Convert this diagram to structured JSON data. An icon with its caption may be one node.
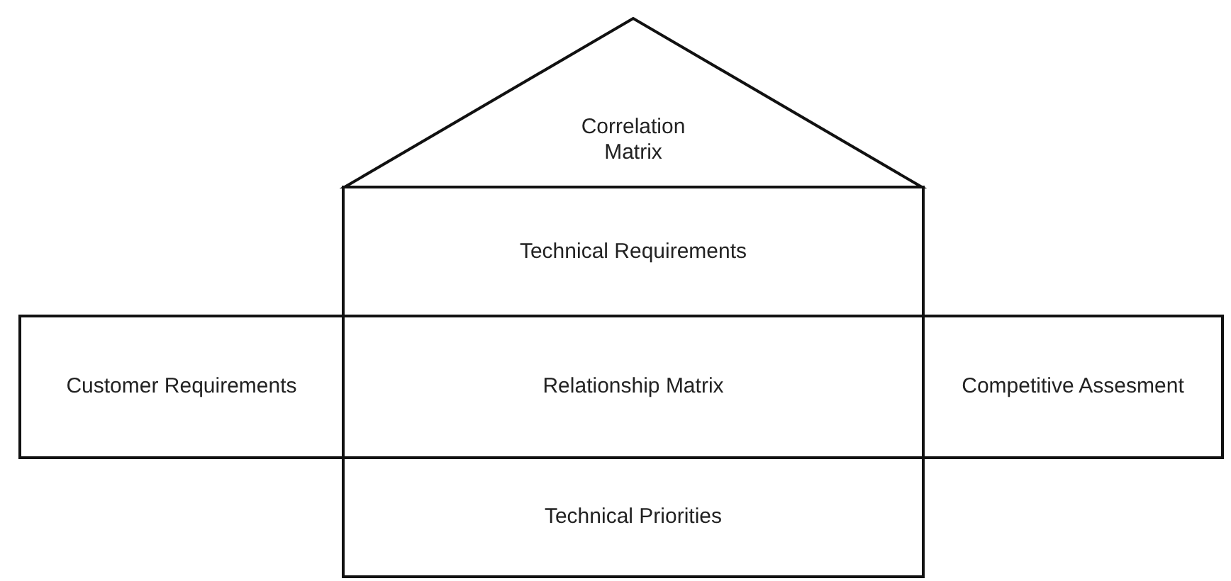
{
  "diagram": {
    "nodes": [
      {
        "text": [
          "Correlation Matrix"
        ]
      },
      {
        "text": [
          "Technical Requirements"
        ]
      },
      {
        "text": [
          "Customer Requirements"
        ]
      },
      {
        "text": [
          "Relationship Matrix"
        ]
      },
      {
        "text": [
          "Competitive Assesment"
        ]
      },
      {
        "text": [
          "Technical Priorities"
        ]
      }
    ],
    "edges": []
  }
}
